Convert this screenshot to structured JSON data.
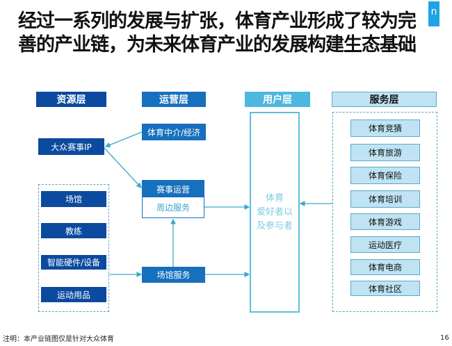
{
  "title": {
    "line1": "经过一系列的发展与扩张，体育产业形成了较为完",
    "line2": "善的产业链，为未来体育产业的发展构建生态基础"
  },
  "logo": "n",
  "layers": {
    "resource": "资源层",
    "operation": "运营层",
    "user": "用户层",
    "service": "服务层"
  },
  "resource": {
    "ip": "大众赛事IP",
    "items": [
      "场馆",
      "教练",
      "智能硬件/设备",
      "运动用品"
    ]
  },
  "operation": {
    "agency": "体育中介/经济",
    "event_ops": "赛事运营",
    "peripheral": "周边服务",
    "venue_service": "场馆服务"
  },
  "user": {
    "line1": "体育",
    "line2": "爱好者以",
    "line3": "及参与者"
  },
  "service": {
    "items": [
      "体育竞猜",
      "体育旅游",
      "体育保险",
      "体育培训",
      "体育游戏",
      "运动医疗",
      "体育电商",
      "体育社区"
    ]
  },
  "note": "注明：本产业链图仅是针对大众体育",
  "page_number": "16",
  "colors": {
    "dark": "#0b4a9e",
    "mid": "#1670bd",
    "light": "#4db7e0",
    "service": "#bfe3f3",
    "arrow": "#3aa6cc"
  }
}
